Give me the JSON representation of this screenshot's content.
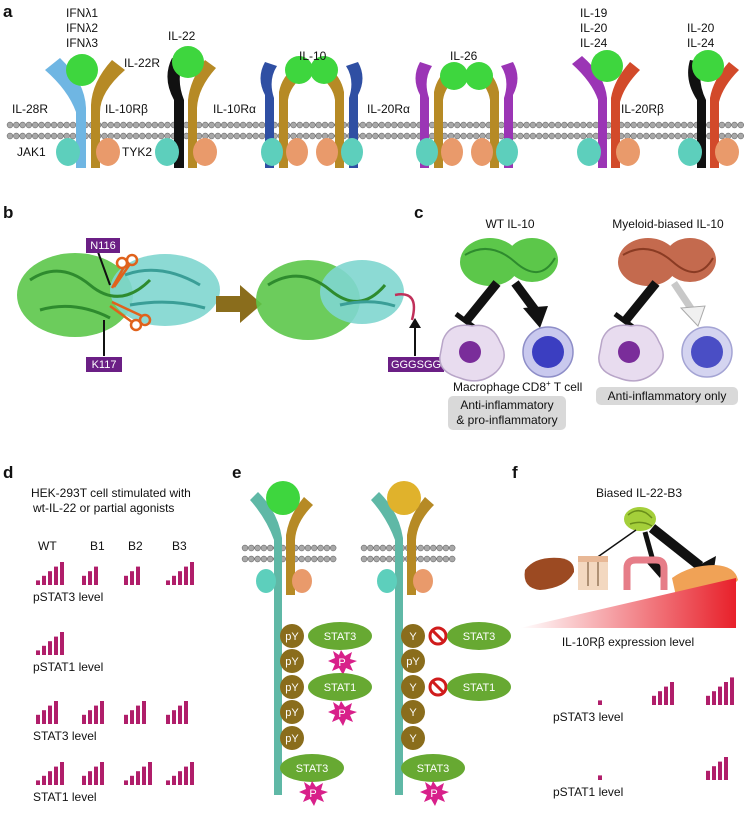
{
  "colors": {
    "cytokine": "#3ed63e",
    "il28r": "#6fb6e3",
    "il10rb": "#b68a25",
    "jak1": "#5dcfbc",
    "tyk2": "#e99a6b",
    "il22r": "#111111",
    "il10ra": "#2f4fa3",
    "il20ra": "#9b35b5",
    "il20rb": "#d24a2a",
    "membrane": "#9a9a9a",
    "bar": "#b01e6a",
    "tag": "#6b1f85",
    "arrow": "#8a6d1c",
    "ygold": "#e0b22c"
  },
  "panel_a": {
    "letter": "a",
    "ifn": [
      "IFNλ1",
      "IFNλ2",
      "IFNλ3"
    ],
    "il28r": "IL-28R",
    "il10rb": "IL-10Rβ",
    "jak1": "JAK1",
    "tyk2": "TYK2",
    "il22r": "IL-22R",
    "il22": "IL-22",
    "il10": "IL-10",
    "il10ra": "IL-10Rα",
    "il26": "IL-26",
    "il20ra": "IL-20Rα",
    "group5": [
      "IL-19",
      "IL-20",
      "IL-24"
    ],
    "il20rb": "IL-20Rβ",
    "group6": [
      "IL-20",
      "IL-24"
    ]
  },
  "panel_b": {
    "letter": "b",
    "n116": "N116",
    "k117": "K117",
    "linker": "GGGSGG"
  },
  "panel_c": {
    "letter": "c",
    "wt_title": "WT IL-10",
    "myeloid_title": "Myeloid-biased IL-10",
    "macrophage": "Macrophage",
    "cd8": "CD8",
    "cd8_sup": "+",
    "cd8_rest": " T cell",
    "wt_effect": [
      "Anti-inflammatory",
      "& pro-inflammatory"
    ],
    "myeloid_effect": "Anti-inflammatory only"
  },
  "panel_d": {
    "letter": "d",
    "title": [
      "HEK-293T cell stimulated with",
      "wt-IL-22 or partial agonists"
    ],
    "columns": [
      "WT",
      "B1",
      "B2",
      "B3"
    ],
    "rows": [
      {
        "label": "pSTAT3 level",
        "bars": [
          [
            1,
            2,
            3,
            4,
            5
          ],
          [
            2,
            3,
            4
          ],
          [
            2,
            3,
            4
          ],
          [
            1,
            2,
            3,
            4,
            5
          ]
        ]
      },
      {
        "label": "pSTAT1 level",
        "bars": [
          [
            1,
            2,
            3,
            4,
            5
          ],
          [],
          [],
          []
        ]
      },
      {
        "label": "STAT3 level",
        "bars": [
          [
            2,
            3,
            4,
            5
          ],
          [
            2,
            3,
            4,
            5
          ],
          [
            2,
            3,
            4,
            5
          ],
          [
            2,
            3,
            4,
            5
          ]
        ]
      },
      {
        "label": "STAT1 level",
        "bars": [
          [
            1,
            2,
            3,
            4,
            5
          ],
          [
            2,
            3,
            4,
            5
          ],
          [
            1,
            2,
            3,
            4,
            5
          ],
          [
            1,
            2,
            3,
            4,
            5
          ]
        ]
      }
    ]
  },
  "panel_e": {
    "letter": "e",
    "left": {
      "phospho": [
        "pY",
        "pY",
        "pY",
        "pY",
        "pY"
      ],
      "stat3": "STAT3",
      "stat1": "STAT1",
      "stat3_bottom": "STAT3",
      "p": "P"
    },
    "right": {
      "tyr": [
        "Y",
        "pY",
        "Y",
        "Y",
        "Y"
      ],
      "stat3": "STAT3",
      "stat1": "STAT1",
      "stat3_bottom": "STAT3",
      "p": "P"
    }
  },
  "panel_f": {
    "letter": "f",
    "title": "Biased IL-22-B3",
    "gradient_label": "IL-10Rβ expression level",
    "rows": [
      {
        "label": "pSTAT3 level",
        "bars": [
          [],
          [
            1
          ],
          [
            2,
            3,
            4,
            5
          ],
          [
            2,
            3,
            4,
            5,
            6
          ]
        ]
      },
      {
        "label": "pSTAT1 level",
        "bars": [
          [],
          [
            1
          ],
          [],
          [
            2,
            3,
            4,
            5
          ]
        ]
      }
    ]
  }
}
